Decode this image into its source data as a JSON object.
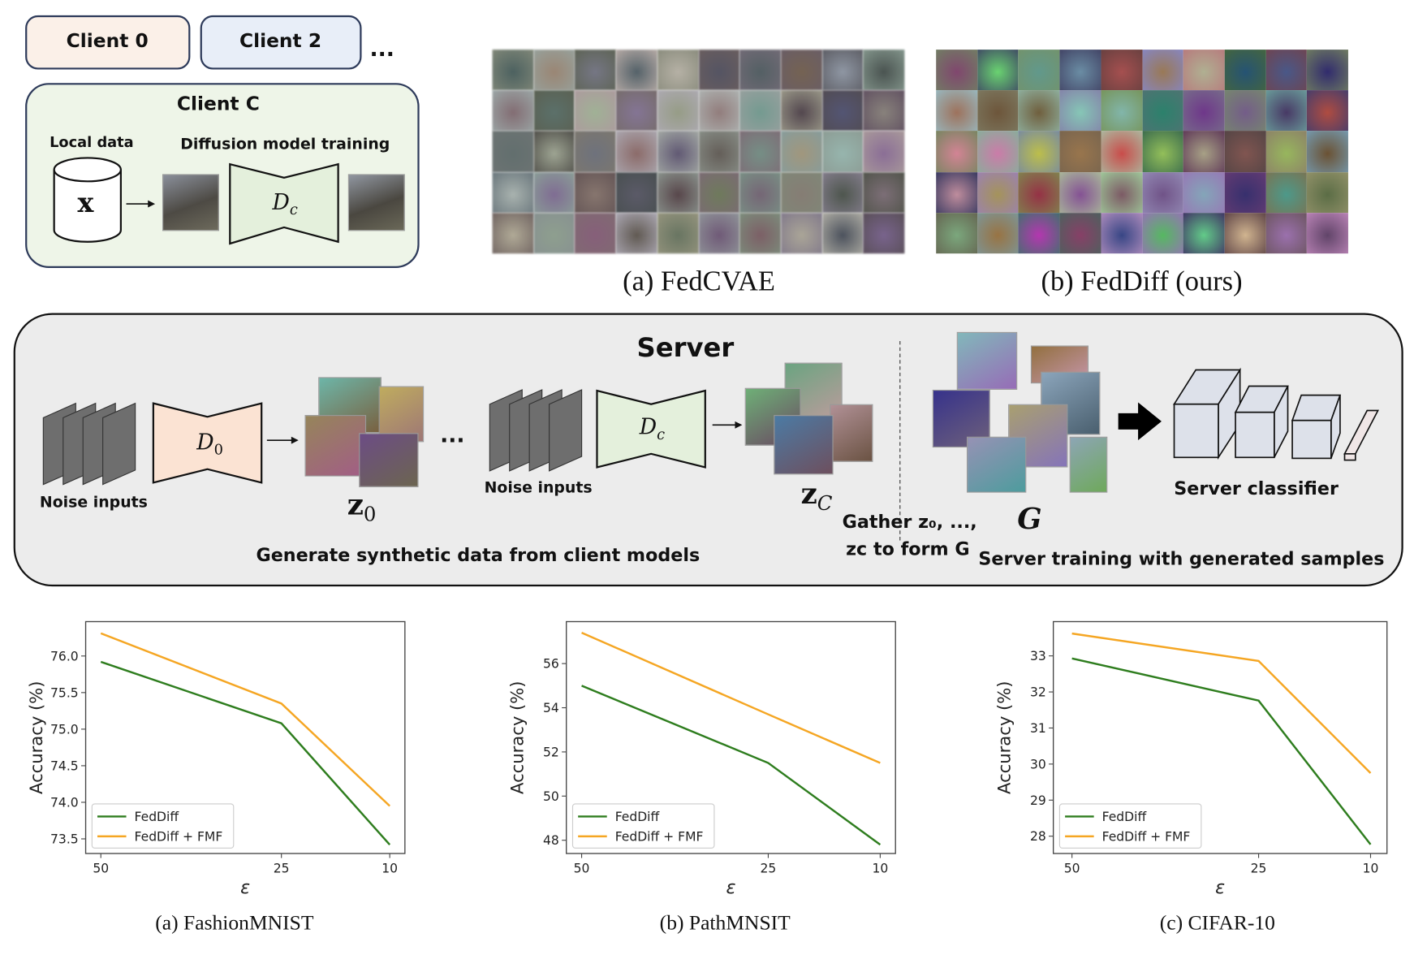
{
  "client_panel": {
    "client0": "Client 0",
    "client2": "Client 2",
    "ellipsis": "...",
    "clientC": "Client C",
    "local_data": "Local data",
    "training": "Diffusion model training",
    "x_symbol": "x",
    "model_base": "D",
    "model_sub": "c"
  },
  "samples": {
    "a": "(a) FedCVAE",
    "b": "(b) FedDiff (ours)"
  },
  "server": {
    "title": "Server",
    "noise1": "Noise inputs",
    "noise2": "Noise inputs",
    "d0_base": "D",
    "d0_sub": "0",
    "dc_base": "D",
    "dc_sub": "c",
    "z0_base": "z",
    "z0_sub": "0",
    "zc_base": "z",
    "zc_sub": "C",
    "ellipsis": "...",
    "generate_caption": "Generate synthetic data from client models",
    "gather_line1": "Gather z₀, ...,",
    "gather_line2": "zᴄ to form G",
    "g_label": "G",
    "classifier": "Server classifier",
    "training_caption": "Server training with generated samples"
  },
  "colors": {
    "feddiff": "#2e7d1e",
    "fmf": "#f5a623"
  },
  "chart_data": [
    {
      "type": "line",
      "title": "(a) FashionMNIST",
      "xlabel": "ε",
      "ylabel": "Accuracy (%)",
      "x": [
        50,
        25,
        10
      ],
      "xticks": [
        "50",
        "25",
        "10"
      ],
      "yticks": [
        73.5,
        74.0,
        74.5,
        75.0,
        75.5,
        76.0
      ],
      "ytick_labels": [
        "73.5",
        "74.0",
        "74.5",
        "75.0",
        "75.5",
        "76.0"
      ],
      "ylim": [
        73.3,
        76.47
      ],
      "xlim": [
        52.1,
        7.9
      ],
      "legend": "lower-left",
      "series": [
        {
          "name": "FedDiff",
          "values": [
            75.92,
            75.08,
            73.42
          ]
        },
        {
          "name": "FedDiff + FMF",
          "values": [
            76.31,
            75.35,
            73.95
          ]
        }
      ]
    },
    {
      "type": "line",
      "title": "(b) PathMNSIT",
      "xlabel": "ε",
      "ylabel": "Accuracy (%)",
      "x": [
        50,
        25,
        10
      ],
      "xticks": [
        "50",
        "25",
        "10"
      ],
      "yticks": [
        48,
        50,
        52,
        54,
        56
      ],
      "ytick_labels": [
        "48",
        "50",
        "52",
        "54",
        "56"
      ],
      "ylim": [
        47.4,
        57.9
      ],
      "xlim": [
        52.05,
        7.95
      ],
      "legend": "lower-left",
      "series": [
        {
          "name": "FedDiff",
          "values": [
            55.0,
            51.5,
            47.8
          ]
        },
        {
          "name": "FedDiff + FMF",
          "values": [
            57.4,
            53.7,
            51.5
          ]
        }
      ]
    },
    {
      "type": "line",
      "title": "(c) CIFAR-10",
      "xlabel": "ε",
      "ylabel": "Accuracy (%)",
      "x": [
        50,
        25,
        10
      ],
      "xticks": [
        "50",
        "25",
        "10"
      ],
      "yticks": [
        28,
        29,
        30,
        31,
        32,
        33
      ],
      "ytick_labels": [
        "28",
        "29",
        "30",
        "31",
        "32",
        "33"
      ],
      "ylim": [
        27.52,
        33.95
      ],
      "xlim": [
        52.5,
        7.8
      ],
      "legend": "lower-left",
      "series": [
        {
          "name": "FedDiff",
          "values": [
            32.93,
            31.76,
            27.77
          ]
        },
        {
          "name": "FedDiff + FMF",
          "values": [
            33.62,
            32.86,
            29.75
          ]
        }
      ]
    }
  ]
}
